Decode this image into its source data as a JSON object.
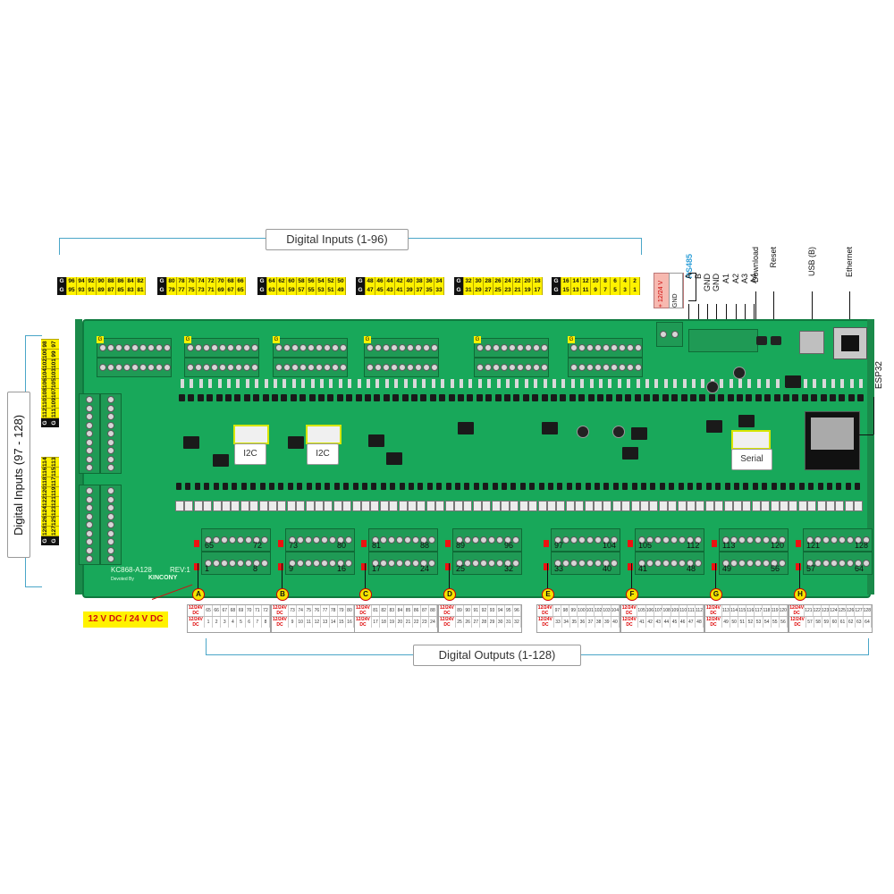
{
  "labels": {
    "digital_inputs_top": "Digital Inputs (1-96)",
    "digital_inputs_left": "Digital Inputs (97 - 128)",
    "digital_outputs": "Digital Outputs  (1-128)",
    "power_label": "12 V DC / 24 V DC",
    "power_input": "+ 12/24 V",
    "gnd": "GND",
    "rs485": "RS485",
    "i2c_1": "I2C",
    "i2c_2": "I2C",
    "serial": "Serial",
    "esp32": "ESP32",
    "board_model": "KC868-A128",
    "board_rev": "REV:1",
    "brand": "KINCONY",
    "developed_by": "Devoted By"
  },
  "right_connectors": [
    "A",
    "B",
    "GND",
    "GND",
    "A1",
    "A2",
    "A3",
    "A4",
    "Download",
    "Reset",
    "USB (B)",
    "Ethernet"
  ],
  "input_groups_top": [
    {
      "top": [
        "G",
        "96",
        "94",
        "92",
        "90",
        "88",
        "86",
        "84",
        "82"
      ],
      "bottom": [
        "G",
        "95",
        "93",
        "91",
        "89",
        "87",
        "85",
        "83",
        "81"
      ]
    },
    {
      "top": [
        "G",
        "80",
        "78",
        "76",
        "74",
        "72",
        "70",
        "68",
        "66"
      ],
      "bottom": [
        "G",
        "79",
        "77",
        "75",
        "73",
        "71",
        "69",
        "67",
        "65"
      ]
    },
    {
      "top": [
        "G",
        "64",
        "62",
        "60",
        "58",
        "56",
        "54",
        "52",
        "50"
      ],
      "bottom": [
        "G",
        "63",
        "61",
        "59",
        "57",
        "55",
        "53",
        "51",
        "49"
      ]
    },
    {
      "top": [
        "G",
        "48",
        "46",
        "44",
        "42",
        "40",
        "38",
        "36",
        "34"
      ],
      "bottom": [
        "G",
        "47",
        "45",
        "43",
        "41",
        "39",
        "37",
        "35",
        "33"
      ]
    },
    {
      "top": [
        "G",
        "32",
        "30",
        "28",
        "26",
        "24",
        "22",
        "20",
        "18"
      ],
      "bottom": [
        "G",
        "31",
        "29",
        "27",
        "25",
        "23",
        "21",
        "19",
        "17"
      ]
    },
    {
      "top": [
        "G",
        "16",
        "14",
        "12",
        "10",
        "8",
        "6",
        "4",
        "2"
      ],
      "bottom": [
        "G",
        "15",
        "13",
        "11",
        "9",
        "7",
        "5",
        "3",
        "1"
      ]
    }
  ],
  "input_groups_left": [
    {
      "top": [
        "G",
        "112",
        "110",
        "108",
        "106",
        "104",
        "102",
        "100",
        "98"
      ],
      "bottom": [
        "G",
        "111",
        "109",
        "107",
        "105",
        "103",
        "101",
        "99",
        "97"
      ]
    },
    {
      "top": [
        "G",
        "128",
        "126",
        "124",
        "122",
        "120",
        "118",
        "116",
        "114"
      ],
      "bottom": [
        "G",
        "127",
        "125",
        "123",
        "121",
        "119",
        "117",
        "115",
        "113"
      ]
    }
  ],
  "output_groups": [
    {
      "letter": "A",
      "top_start": "65",
      "top_end": "72",
      "bot_start": "1",
      "bot_end": "8",
      "row1": [
        "65",
        "66",
        "67",
        "68",
        "69",
        "70",
        "71",
        "72"
      ],
      "row2": [
        "1",
        "2",
        "3",
        "4",
        "5",
        "6",
        "7",
        "8"
      ]
    },
    {
      "letter": "B",
      "top_start": "73",
      "top_end": "80",
      "bot_start": "9",
      "bot_end": "16",
      "row1": [
        "73",
        "74",
        "75",
        "76",
        "77",
        "78",
        "79",
        "80"
      ],
      "row2": [
        "9",
        "10",
        "11",
        "12",
        "13",
        "14",
        "15",
        "16"
      ]
    },
    {
      "letter": "C",
      "top_start": "81",
      "top_end": "88",
      "bot_start": "17",
      "bot_end": "24",
      "row1": [
        "81",
        "82",
        "83",
        "84",
        "85",
        "86",
        "87",
        "88"
      ],
      "row2": [
        "17",
        "18",
        "19",
        "20",
        "21",
        "22",
        "23",
        "24"
      ]
    },
    {
      "letter": "D",
      "top_start": "89",
      "top_end": "96",
      "bot_start": "25",
      "bot_end": "32",
      "row1": [
        "89",
        "90",
        "91",
        "92",
        "93",
        "94",
        "95",
        "96"
      ],
      "row2": [
        "25",
        "26",
        "27",
        "28",
        "29",
        "30",
        "31",
        "32"
      ]
    },
    {
      "letter": "E",
      "top_start": "97",
      "top_end": "104",
      "bot_start": "33",
      "bot_end": "40",
      "row1": [
        "97",
        "98",
        "99",
        "100",
        "101",
        "102",
        "103",
        "104"
      ],
      "row2": [
        "33",
        "34",
        "35",
        "36",
        "37",
        "38",
        "39",
        "40"
      ]
    },
    {
      "letter": "F",
      "top_start": "105",
      "top_end": "112",
      "bot_start": "41",
      "bot_end": "48",
      "row1": [
        "105",
        "106",
        "107",
        "108",
        "109",
        "110",
        "111",
        "112"
      ],
      "row2": [
        "41",
        "42",
        "43",
        "44",
        "45",
        "46",
        "47",
        "48"
      ]
    },
    {
      "letter": "G",
      "top_start": "113",
      "top_end": "120",
      "bot_start": "49",
      "bot_end": "56",
      "row1": [
        "113",
        "114",
        "115",
        "116",
        "117",
        "118",
        "119",
        "120"
      ],
      "row2": [
        "49",
        "50",
        "51",
        "52",
        "53",
        "54",
        "55",
        "56"
      ]
    },
    {
      "letter": "H",
      "top_start": "121",
      "top_end": "128",
      "bot_start": "57",
      "bot_end": "64",
      "row1": [
        "121",
        "122",
        "123",
        "124",
        "125",
        "126",
        "127",
        "128"
      ],
      "row2": [
        "57",
        "58",
        "59",
        "60",
        "61",
        "62",
        "63",
        "64"
      ]
    }
  ],
  "table_voltage": "12/24V DC",
  "colors": {
    "pcb": "#18a85a",
    "terminal": "#1f9a55",
    "bracket": "#4aa6c8",
    "pin_label": "#fff200",
    "power_text": "#d01010"
  }
}
